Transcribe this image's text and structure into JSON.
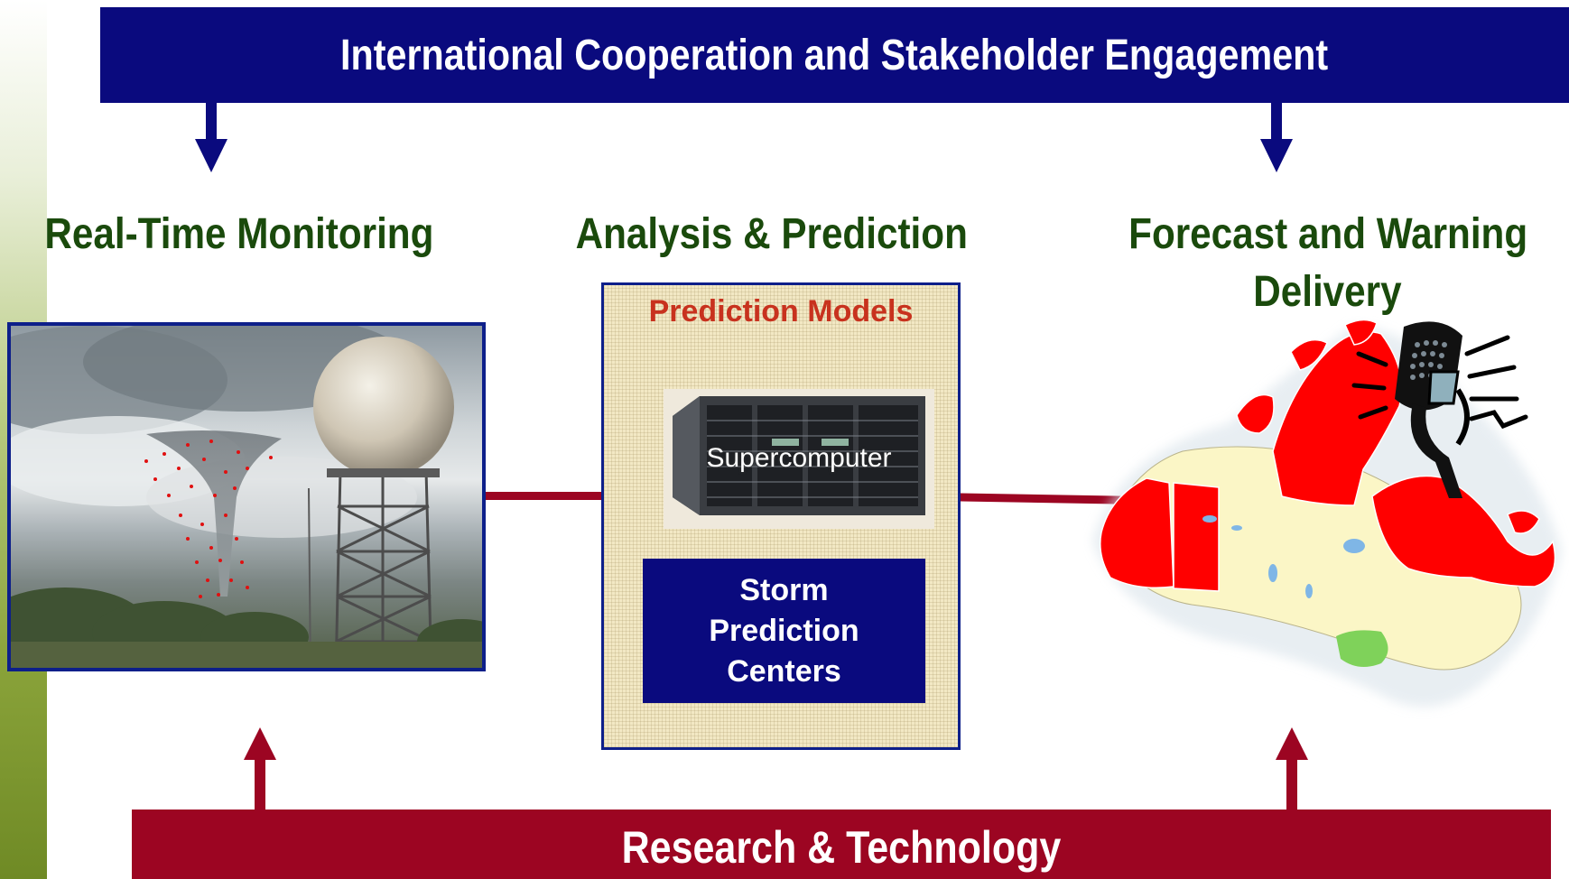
{
  "top_banner": {
    "label": "International Cooperation and Stakeholder Engagement"
  },
  "headings": {
    "monitoring": "Real-Time Monitoring",
    "analysis": "Analysis & Prediction",
    "forecast_line1": "Forecast and Warning",
    "forecast_line2": "Delivery"
  },
  "panel": {
    "title": "Prediction Models",
    "supercomputer_label": "Supercomputer",
    "storm_line1": "Storm",
    "storm_line2": "Prediction",
    "storm_line3": "Centers"
  },
  "bottom_banner": {
    "label": "Research & Technology"
  },
  "colors": {
    "navy": "#0a0a7e",
    "maroon": "#9c0522",
    "heading_green": "#1a4a0c",
    "panel_title_red": "#c8321e",
    "map_red": "#ff0000",
    "map_cream": "#fbf6c6",
    "map_green": "#7fd25a"
  },
  "icons": {
    "photo": "tornado-radar-photo",
    "map": "canada-map",
    "mic": "microphone-icon",
    "server": "supercomputer-image"
  }
}
